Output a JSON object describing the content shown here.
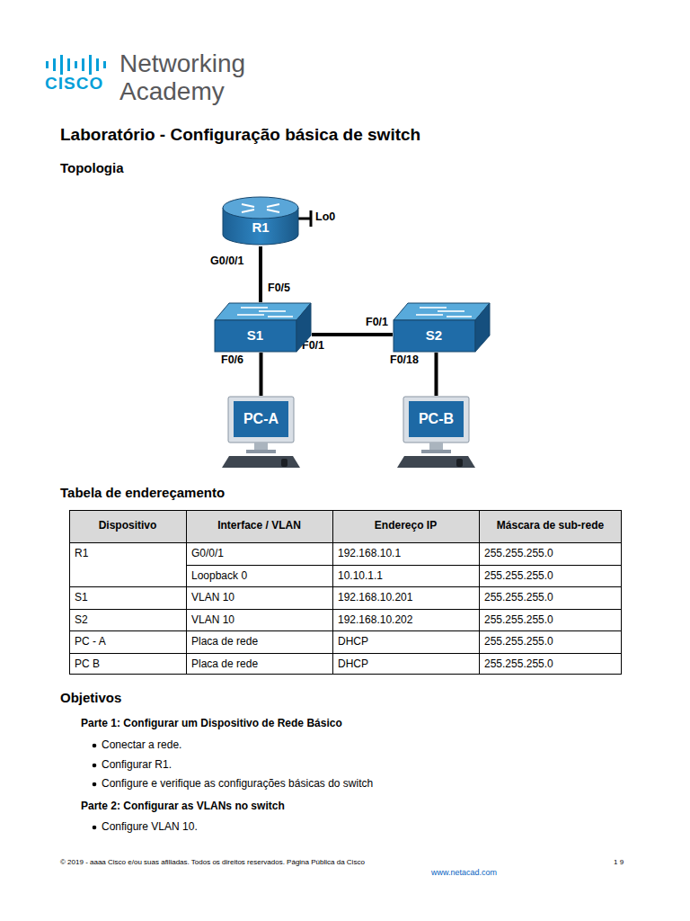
{
  "diagram": {
    "title": "Laboratório - Configuração básica de switch",
    "nodes": [
      {
        "text": [
          "R1"
        ]
      },
      {
        "text": [
          "S1"
        ]
      },
      {
        "text": [
          "S2"
        ]
      },
      {
        "text": [
          "PC-A"
        ]
      },
      {
        "text": [
          "PC-B"
        ]
      }
    ],
    "edges": [
      {
        "from": 0,
        "to": 1,
        "arrow": "none"
      },
      {
        "from": 1,
        "to": 2,
        "arrow": "none"
      },
      {
        "from": 1,
        "to": 3,
        "arrow": "none"
      },
      {
        "from": 2,
        "to": 4,
        "arrow": "none"
      }
    ],
    "labels": [
      "CISCO",
      "Networking",
      "Academy",
      "Topologia",
      "Lo0",
      "G0/0/1",
      "F0/5",
      "F0/1",
      "F0/1",
      "F0/6",
      "F0/18",
      "Tabela de endereçamento",
      "Dispositivo",
      "Interface / VLAN",
      "Endereço IP",
      "Máscara de sub-rede",
      "R1",
      "G0/0/1",
      "192.168.10.1",
      "255.255.255.0",
      "Loopback 0",
      "10.10.1.1",
      "255.255.255.0",
      "S1",
      "VLAN 10",
      "192.168.10.201",
      "255.255.255.0",
      "S2",
      "VLAN 10",
      "192.168.10.202",
      "255.255.255.0",
      "PC - A",
      "Placa de rede",
      "DHCP",
      "255.255.255.0",
      "PC B",
      "Placa de rede",
      "DHCP",
      "255.255.255.0",
      "Objetivos",
      "Parte 1: Configurar um Dispositivo de Rede Básico",
      "Conectar a rede.",
      "Configurar R1.",
      "Configure e verifique as configurações básicas do switch",
      "Parte 2: Configurar as VLANs no switch",
      "Configure VLAN 10.",
      "© 2019 - aaaa Cisco e/ou suas afiliadas. Todos os direitos reservados. Página Pública da Cisco",
      "1 9",
      "www.netacad.com"
    ]
  }
}
